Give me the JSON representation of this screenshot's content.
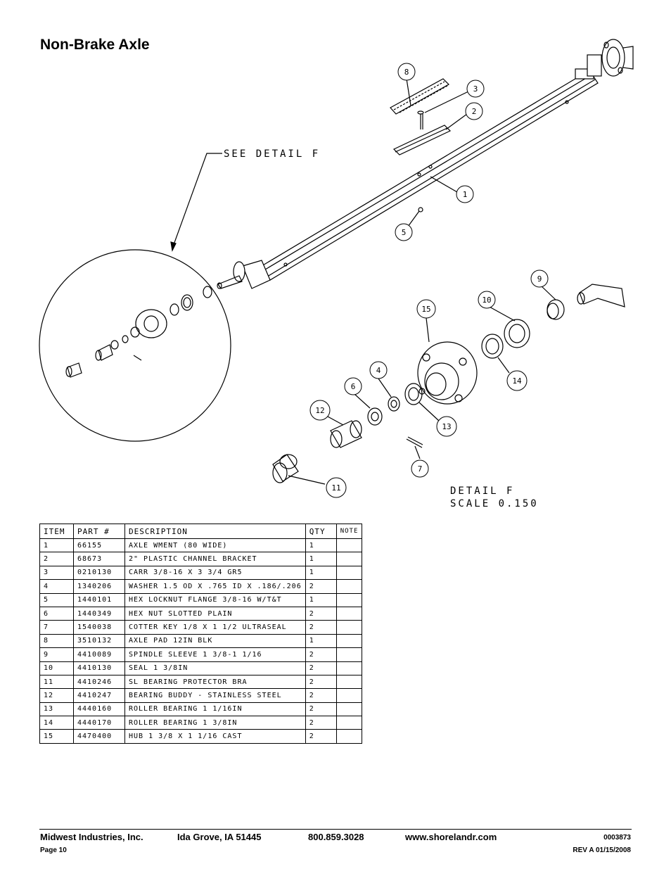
{
  "page": {
    "title": "Non-Brake Axle"
  },
  "drawing": {
    "see_detail": "SEE DETAIL F",
    "detail_title": "DETAIL F",
    "detail_scale": "SCALE 0.150",
    "callouts": [
      "8",
      "3",
      "2",
      "1",
      "5",
      "9",
      "10",
      "15",
      "4",
      "6",
      "12",
      "14",
      "13",
      "7",
      "11"
    ]
  },
  "table": {
    "headers": {
      "item": "ITEM",
      "part": "PART #",
      "description": "DESCRIPTION",
      "qty": "QTY",
      "note": "NOTE"
    },
    "rows": [
      {
        "item": "1",
        "part": "66155",
        "description": "AXLE WMENT (80 WIDE)",
        "qty": "1",
        "note": ""
      },
      {
        "item": "2",
        "part": "68673",
        "description": "2\" PLASTIC CHANNEL BRACKET",
        "qty": "1",
        "note": ""
      },
      {
        "item": "3",
        "part": "0210130",
        "description": "CARR 3/8-16 X 3 3/4 GR5",
        "qty": "1",
        "note": ""
      },
      {
        "item": "4",
        "part": "1340206",
        "description": "WASHER 1.5 OD X .765 ID X .186/.206",
        "qty": "2",
        "note": ""
      },
      {
        "item": "5",
        "part": "1440101",
        "description": "HEX LOCKNUT FLANGE 3/8-16 W/T&T",
        "qty": "1",
        "note": ""
      },
      {
        "item": "6",
        "part": "1440349",
        "description": "HEX NUT SLOTTED PLAIN",
        "qty": "2",
        "note": ""
      },
      {
        "item": "7",
        "part": "1540038",
        "description": "COTTER KEY 1/8 X 1 1/2 ULTRASEAL",
        "qty": "2",
        "note": ""
      },
      {
        "item": "8",
        "part": "3510132",
        "description": "AXLE PAD 12IN BLK",
        "qty": "1",
        "note": ""
      },
      {
        "item": "9",
        "part": "4410089",
        "description": "SPINDLE SLEEVE 1 3/8-1 1/16",
        "qty": "2",
        "note": ""
      },
      {
        "item": "10",
        "part": "4410130",
        "description": "SEAL 1 3/8IN",
        "qty": "2",
        "note": ""
      },
      {
        "item": "11",
        "part": "4410246",
        "description": "SL BEARING PROTECTOR BRA",
        "qty": "2",
        "note": ""
      },
      {
        "item": "12",
        "part": "4410247",
        "description": "BEARING BUDDY - STAINLESS STEEL",
        "qty": "2",
        "note": ""
      },
      {
        "item": "13",
        "part": "4440160",
        "description": "ROLLER BEARING 1 1/16IN",
        "qty": "2",
        "note": ""
      },
      {
        "item": "14",
        "part": "4440170",
        "description": "ROLLER BEARING 1 3/8IN",
        "qty": "2",
        "note": ""
      },
      {
        "item": "15",
        "part": "4470400",
        "description": "HUB 1 3/8 X 1 1/16 CAST",
        "qty": "2",
        "note": ""
      }
    ]
  },
  "footer": {
    "company": "Midwest Industries, Inc.",
    "location": "Ida Grove, IA  51445",
    "phone": "800.859.3028",
    "website": "www.shorelandr.com",
    "doc_number": "0003873",
    "page": "Page 10",
    "revision": "REV A  01/15/2008"
  }
}
